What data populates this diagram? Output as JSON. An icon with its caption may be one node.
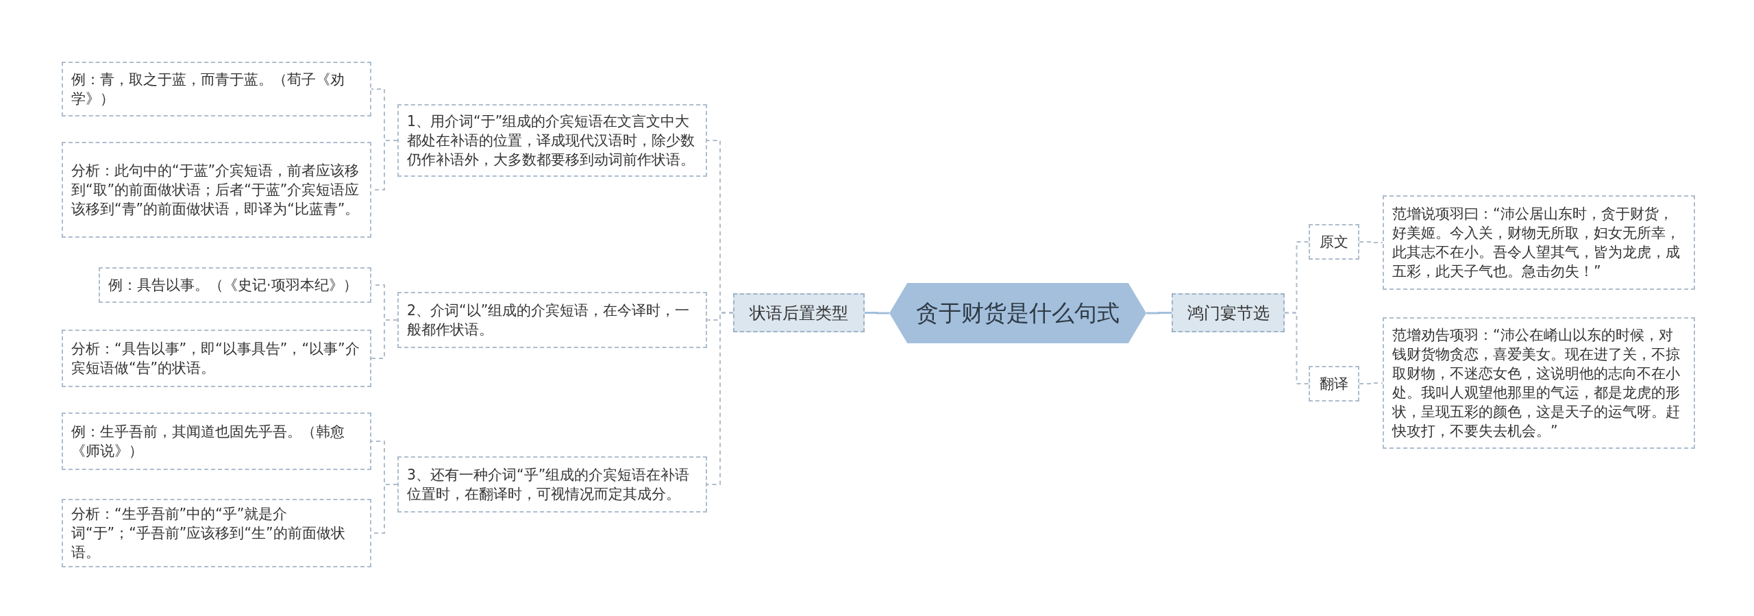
{
  "diagram": {
    "nodes": [
      {
        "text": [
          "贪于财货是什么句式"
        ]
      },
      {
        "text": [
          "状语后置类型"
        ]
      },
      {
        "text": [
          "1、用介词“于”组成的介宾短语在文言文中大都处在补语的位置，译成现代汉语时，除少数仍作补语外，大多数都要移到动词前作状语。"
        ]
      },
      {
        "text": [
          "例：青，取之于蓝，而青于蓝。（荀子《劝学》）"
        ]
      },
      {
        "text": [
          "分析：此句中的“于蓝”介宾短语，前者应该移到“取”的前面做状语；后者“于蓝”介宾短语应该移到“青”的前面做状语，即译为“比蓝青”。"
        ]
      },
      {
        "text": [
          "2、介词“以”组成的介宾短语，在今译时，一般都作状语。"
        ]
      },
      {
        "text": [
          "例：具告以事。（《史记·项羽本纪》）"
        ]
      },
      {
        "text": [
          "分析：“具告以事”，即“以事具告”，“以事”介宾短语做“告”的状语。"
        ]
      },
      {
        "text": [
          "3、还有一种介词“乎”组成的介宾短语在补语位置时，在翻译时，可视情况而定其成分。"
        ]
      },
      {
        "text": [
          "例：生乎吾前，其闻道也固先乎吾。（韩愈《师说》）"
        ]
      },
      {
        "text": [
          "分析：“生乎吾前”中的“乎”就是介词“于”；“乎吾前”应该移到“生”的前面做状语。"
        ]
      },
      {
        "text": [
          "鸿门宴节选"
        ]
      },
      {
        "text": [
          "原文"
        ]
      },
      {
        "text": [
          "范增说项羽曰：“沛公居山东时，贪于财货，好美姬。今入关，财物无所取，妇女无所幸，此其志不在小。吾令人望其气，皆为龙虎，成五彩，此天子气也。急击勿失！”"
        ]
      },
      {
        "text": [
          "翻译"
        ]
      },
      {
        "text": [
          "范增劝告项羽：“沛公在崤山以东的时候，对钱财货物贪恋，喜爱美女。现在进了关，不掠取财物，不迷恋女色，这说明他的志向不在小处。我叫人观望他那里的气运，都是龙虎的形状，呈现五彩的颜色，这是天子的运气呀。赶快攻打，不要失去机会。”"
        ]
      }
    ],
    "edges": [
      {
        "from": 0,
        "to": 1,
        "arrow": "none"
      },
      {
        "from": 1,
        "to": 2,
        "arrow": "none",
        "style": "dashed"
      },
      {
        "from": 2,
        "to": 3,
        "arrow": "none",
        "style": "dashed"
      },
      {
        "from": 2,
        "to": 4,
        "arrow": "none",
        "style": "dashed"
      },
      {
        "from": 1,
        "to": 5,
        "arrow": "none",
        "style": "dashed"
      },
      {
        "from": 5,
        "to": 6,
        "arrow": "none",
        "style": "dashed"
      },
      {
        "from": 5,
        "to": 7,
        "arrow": "none",
        "style": "dashed"
      },
      {
        "from": 1,
        "to": 8,
        "arrow": "none",
        "style": "dashed"
      },
      {
        "from": 8,
        "to": 9,
        "arrow": "none",
        "style": "dashed"
      },
      {
        "from": 8,
        "to": 10,
        "arrow": "none",
        "style": "dashed"
      },
      {
        "from": 0,
        "to": 11,
        "arrow": "none"
      },
      {
        "from": 11,
        "to": 12,
        "arrow": "none",
        "style": "dashed"
      },
      {
        "from": 12,
        "to": 13,
        "arrow": "none",
        "style": "dashed"
      },
      {
        "from": 11,
        "to": 14,
        "arrow": "none",
        "style": "dashed"
      },
      {
        "from": 14,
        "to": 15,
        "arrow": "none",
        "style": "dashed"
      }
    ]
  }
}
